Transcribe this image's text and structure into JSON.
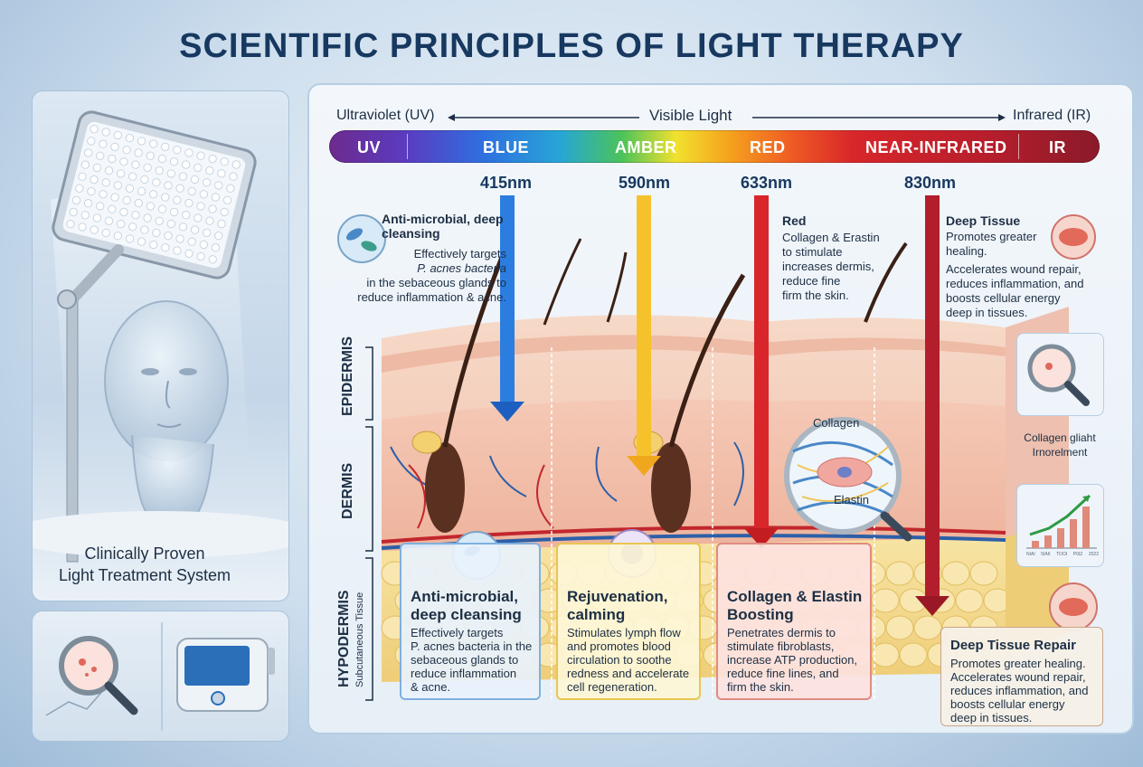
{
  "title": "SCIENTIFIC PRINCIPLES OF LIGHT THERAPY",
  "left_panel": {
    "caption_line1": "Clinically Proven",
    "caption_line2": "Light Treatment System"
  },
  "spectrum": {
    "left_label": "Ultraviolet (UV)",
    "center_label": "Visible Light",
    "right_label": "Infrared (IR)",
    "bands": [
      "UV",
      "BLUE",
      "AMBER",
      "RED",
      "NEAR-INFRARED",
      "IR"
    ]
  },
  "wavelengths": [
    "415nm",
    "590nm",
    "633nm",
    "830nm"
  ],
  "top_notes": {
    "blue": {
      "title": "Anti-microbial, deep cleansing",
      "line1": "Effectively targets",
      "line2": "P. acnes bacteria",
      "line3": "in the sebaceous glands to",
      "line4": "reduce inflammation & acne."
    },
    "red": {
      "title": "Red",
      "line1": "Collagen & Erastin",
      "line2": "to stimulate",
      "line3": "increases dermis,",
      "line4": "reduce fine",
      "line5": "firm the skin."
    },
    "nir": {
      "title": "Deep Tissue",
      "line1": "Promotes greater",
      "line2": "healing.",
      "line3": "Accelerates wound repair,",
      "line4": "reduces inflammation, and",
      "line5": "boosts cellular energy",
      "line6": "deep in tissues."
    }
  },
  "layers": [
    "EPIDERMIS",
    "DERMIS",
    "HYPODERMIS",
    "Subcutaneous Tissue"
  ],
  "magnifier": {
    "label1": "Collagen",
    "label2": "Elastin"
  },
  "side_box": {
    "label_line1": "Collagen gliaht",
    "label_line2": "Irnorelment",
    "bar_ticks": [
      "NIAI",
      "5IAII",
      "TOOI",
      "P0IZ",
      "2022"
    ]
  },
  "cards": [
    {
      "title_line1": "Anti-microbial,",
      "title_line2": "deep cleansing",
      "body": [
        "Effectively targets",
        "P. acnes bacteria in the",
        "sebaceous glands to",
        "reduce inflammation",
        "& acne."
      ]
    },
    {
      "title_line1": "Rejuvenation,",
      "title_line2": "calming",
      "body": [
        "Stimulates lymph flow",
        "and promotes blood",
        "circulation to soothe",
        "redness and accelerate",
        "cell regeneration."
      ]
    },
    {
      "title_line1": "Collagen & Elastin",
      "title_line2": "Boosting",
      "body": [
        "Penetrates dermis to",
        "stimulate fibroblasts,",
        "increase ATP production,",
        "reduce fine lines, and",
        "firm the skin."
      ]
    },
    {
      "title_line1": "Deep Tissue Repair",
      "title_line2": "",
      "body": [
        "Promotes greater healing.",
        "Accelerates wound repair,",
        "reduces inflammation, and",
        "boosts cellular energy",
        "deep in tissues."
      ]
    }
  ],
  "colors": {
    "title": "#17385f",
    "blue": "#2c7de0",
    "amber": "#f6c22c",
    "red": "#d8262a",
    "nir": "#b31e2c",
    "skin": "#f3c6b3",
    "fat": "#f4dc8d"
  }
}
